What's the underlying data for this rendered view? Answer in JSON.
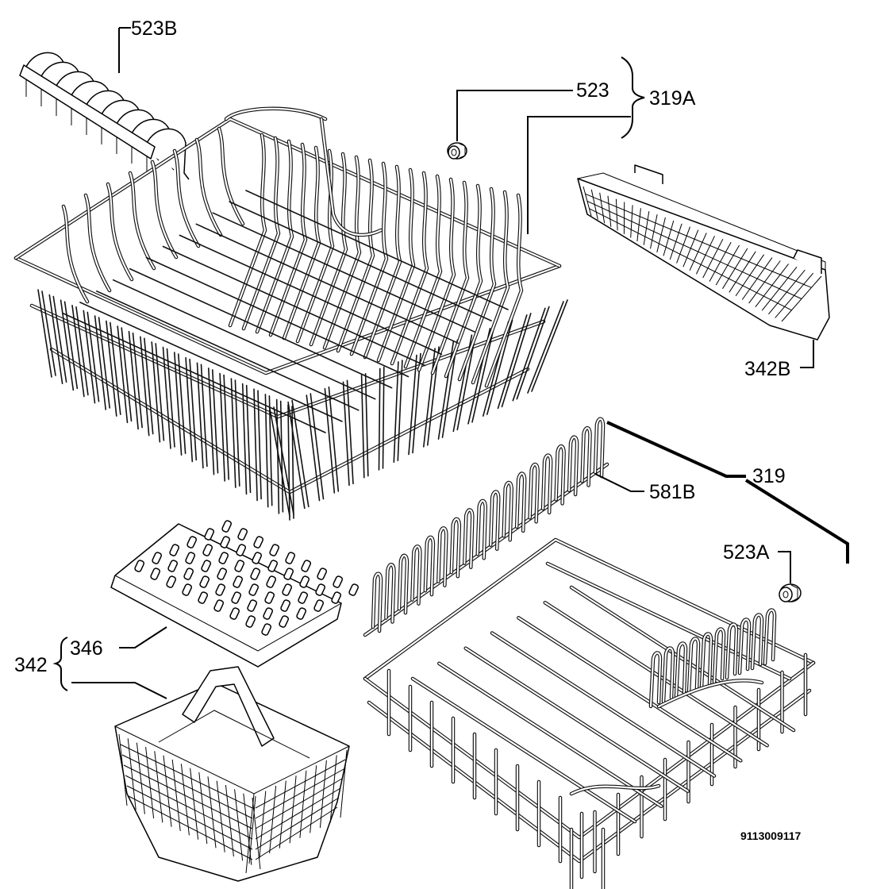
{
  "diagram": {
    "document_number": "9113009117",
    "labels": {
      "p523b": "523B",
      "p523": "523",
      "p319a": "319A",
      "p342b": "342B",
      "p319": "319",
      "p581b": "581B",
      "p523a": "523A",
      "p346": "346",
      "p342": "342"
    },
    "colors": {
      "line": "#000000",
      "background": "#ffffff"
    }
  }
}
